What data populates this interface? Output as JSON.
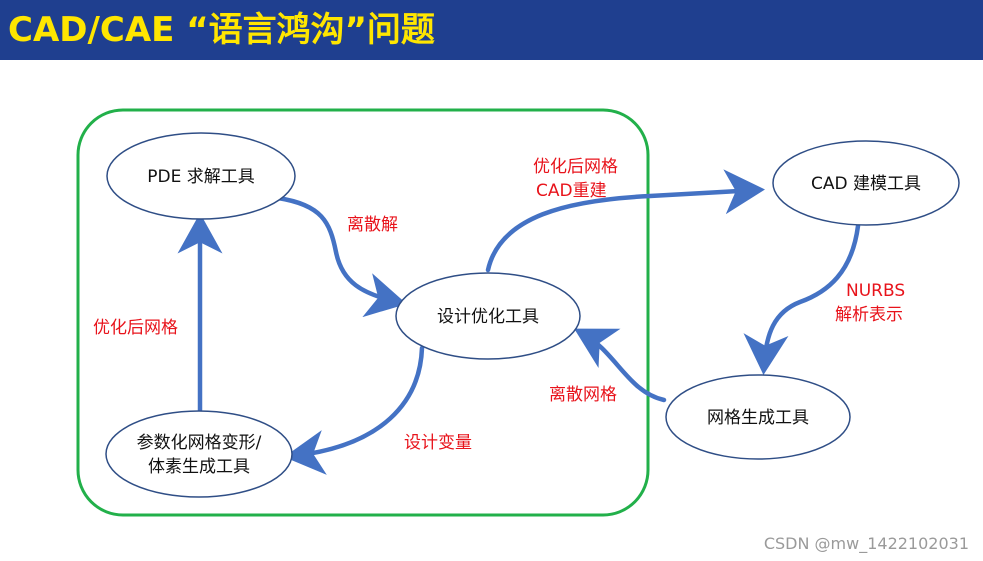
{
  "header": {
    "title": "CAD/CAE “语言鸿沟”问题",
    "bg_color": "#1f3f8f",
    "title_color": "#ffe600"
  },
  "colors": {
    "arrow": "#4472c4",
    "frame": "#22b04a",
    "edge_label": "#e8131b",
    "node_stroke": "#2f4e86"
  },
  "nodes": {
    "pde": "PDE 求解工具",
    "design_opt": "设计优化工具",
    "param": [
      "参数化网格变形/",
      "体素生成工具"
    ],
    "cad": "CAD 建模工具",
    "mesh": "网格生成工具"
  },
  "edge_labels": {
    "discrete_solution": "离散解",
    "optimized_mesh_left": "优化后网格",
    "design_variables": "设计变量",
    "optimized_mesh_cad": [
      "优化后网格",
      "CAD重建"
    ],
    "nurbs": [
      "NURBS",
      "解析表示"
    ],
    "discrete_mesh": "离散网格"
  },
  "watermark": "CSDN @mw_1422102031"
}
